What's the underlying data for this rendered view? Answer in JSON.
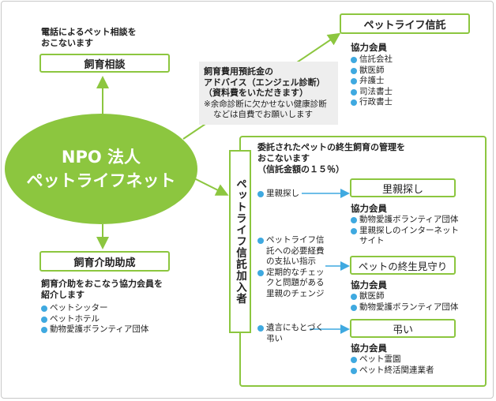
{
  "phone_consult": {
    "note_line1": "電話によるペット相談を",
    "note_line2": "おこないます",
    "box_label": "飼育相談"
  },
  "center": {
    "line1": "NPO 法人",
    "line2": "ペットライフネット"
  },
  "advice": {
    "line1": "飼育費用預託金の",
    "line2": "アドバイス（エンジェル診断）",
    "line3": "（資料費をいただきます）",
    "line4": "※余命診断に欠かせない健康診断",
    "line5": "などは自費でお願いします"
  },
  "trust": {
    "box_label": "ペットライフ信託",
    "members_title": "協力会員",
    "members": [
      "信託会社",
      "獣医師",
      "弁護士",
      "司法書士",
      "行政書士"
    ]
  },
  "support": {
    "box_label": "飼育介助助成",
    "desc_line1": "飼育介助をおこなう協力会員を",
    "desc_line2": "紹介します",
    "members": [
      "ペットシッター",
      "ペットホテル",
      "動物愛護ボランティア団体"
    ]
  },
  "subscriber": {
    "vertical_label": "ペットライフ信託加入者",
    "header_line1": "委託されたペットの終生飼育の管理を",
    "header_line2": "おこないます",
    "header_line3": "（信託金額の１５％）",
    "services": [
      {
        "item_lines": [
          "里親探し"
        ],
        "box_label": "里親探し",
        "members_title": "協力会員",
        "members": [
          "動物愛護ボランティア団体",
          "里親探しのインターネット",
          "サイト"
        ]
      },
      {
        "item_lines": [
          "ペットライフ信",
          "託への必要経費",
          "の支払い指示"
        ],
        "item2_lines": [
          "定期的なチェッ",
          "クと問題がある",
          "里親のチェンジ"
        ],
        "box_label": "ペットの終生見守り",
        "members_title": "協力会員",
        "members": [
          "獣医師",
          "動物愛護ボランティア団体"
        ]
      },
      {
        "item_lines": [
          "遺言にもとづく",
          "弔い"
        ],
        "box_label": "弔い",
        "members_title": "協力会員",
        "members": [
          "ペット霊園",
          "ペット終活関連業者"
        ]
      }
    ]
  },
  "colors": {
    "accent_green": "#8cc63f",
    "bullet_blue": "#3fa9e0",
    "gray_panel": "#eeeeee"
  }
}
